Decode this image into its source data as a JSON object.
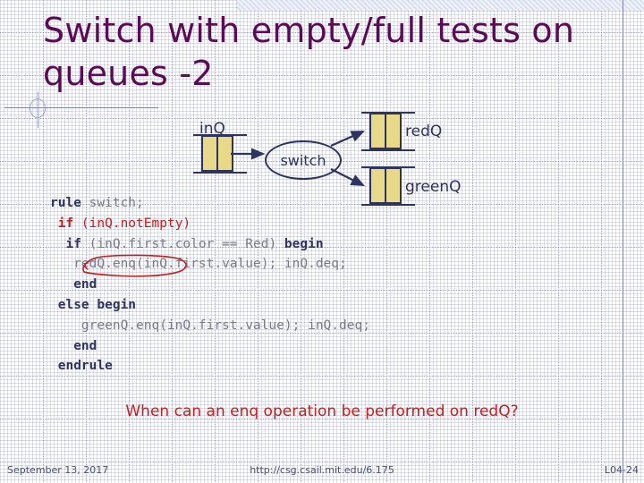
{
  "slide": {
    "title": "Switch with empty/full tests on queues -2",
    "title_color": "#5b0a56",
    "accent_navy": "#2e3360",
    "accent_red": "#c0221f",
    "queue_fill": "#e8d98a"
  },
  "diagram": {
    "in_queue_label": "inQ",
    "switch_label": "switch",
    "red_queue_label": "redQ",
    "green_queue_label": "greenQ"
  },
  "code": {
    "line1_kw": "rule",
    "line1_rest": " switch;",
    "line2_kw": "if",
    "line2_rest": " (inQ.notEmpty)",
    "line3_kw": "if",
    "line3_mid": " (inQ.first.color == Red) ",
    "line3_kw2": "begin",
    "line4": "redQ.enq(inQ.first.value); inQ.deq;",
    "line5_kw": "end",
    "line6_kw": "else begin",
    "line7": "greenQ.enq(inQ.first.value); inQ.deq;",
    "line8_kw": "end",
    "line9_kw": "endrule"
  },
  "annotation": {
    "circled_text": "redQ.enq(",
    "circle_color": "#c0221f"
  },
  "question": "When can an enq operation be performed on redQ?",
  "footer": {
    "date": "September 13, 2017",
    "url": "http://csg.csail.mit.edu/6.175",
    "page": "L04-24"
  }
}
